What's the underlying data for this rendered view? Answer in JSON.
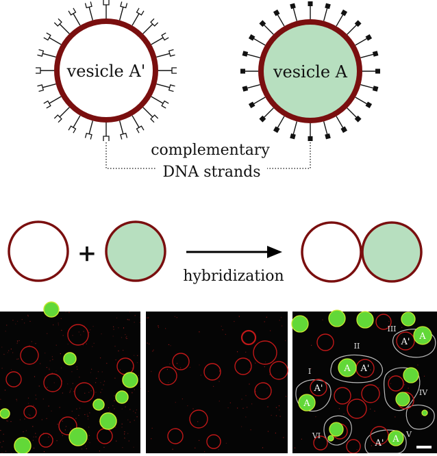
{
  "top": {
    "vesicle_a_prime_label": "vesicle A'",
    "vesicle_a_label": "vesicle A",
    "complementary_line1": "complementary",
    "complementary_line2": "DNA strands"
  },
  "scheme": {
    "plus_sign": "+",
    "arrow_label": "hybridization"
  },
  "micrographs": {
    "panel3_labels": {
      "roman": [
        "I",
        "II",
        "III",
        "IV",
        "V",
        "VI"
      ],
      "a": "A",
      "a_prime": "A'"
    }
  },
  "colors": {
    "membrane": "#7a0f0f",
    "vesicle_fill_green": "#b7dfbf",
    "micrograph_bg": "#050505",
    "micro_red": "#c01818",
    "micro_green": "#62d838",
    "micro_yellow": "#c8e830",
    "outline_gray": "#bdbdbd"
  }
}
